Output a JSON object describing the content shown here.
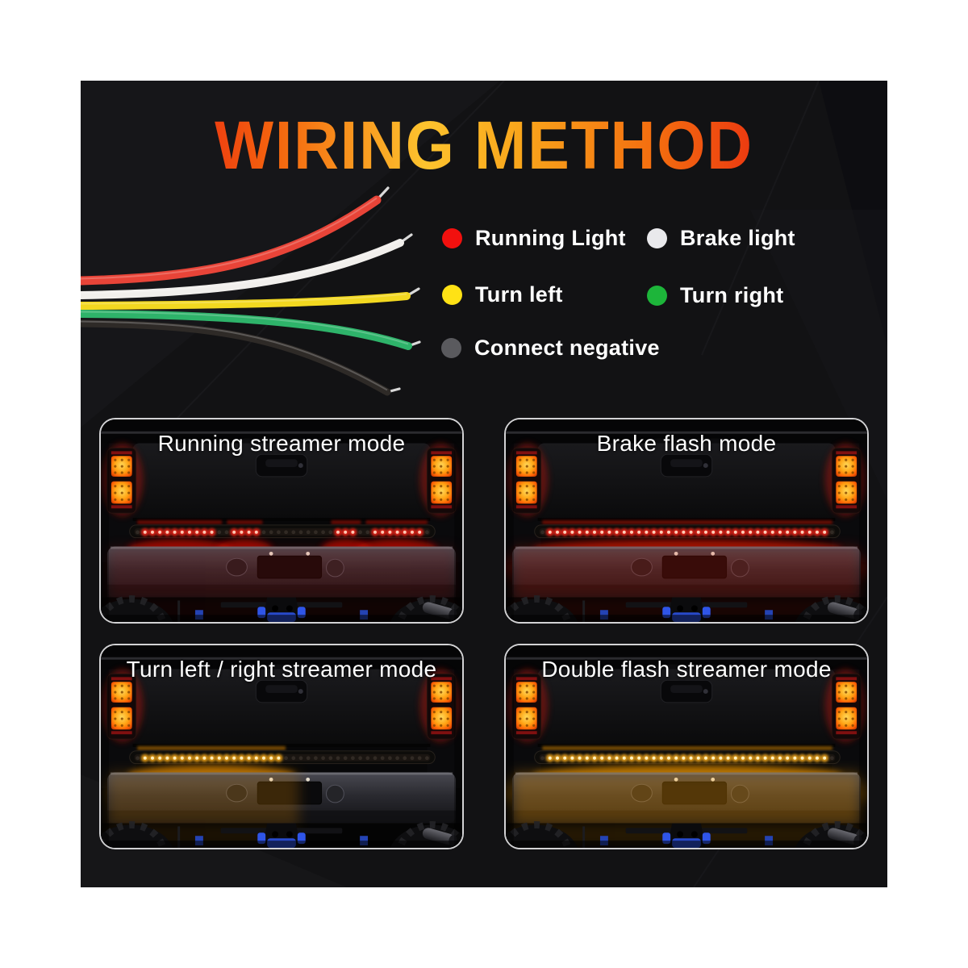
{
  "title": "WIRING METHOD",
  "legend": {
    "items": [
      {
        "name": "running-light",
        "color": "#f2100e",
        "label": "Running Light"
      },
      {
        "name": "brake-light",
        "color": "#e9e9ec",
        "label": "Brake light"
      },
      {
        "name": "turn-left",
        "color": "#ffe215",
        "label": "Turn left"
      },
      {
        "name": "turn-right",
        "color": "#1db53a",
        "label": "Turn right"
      },
      {
        "name": "connect-negative",
        "color": "#5a5a5e",
        "label": "Connect negative"
      }
    ]
  },
  "wires": {
    "items": [
      {
        "name": "red-wire",
        "color": "#e84438"
      },
      {
        "name": "white-wire",
        "color": "#f1efec"
      },
      {
        "name": "yellow-wire",
        "color": "#f2d820"
      },
      {
        "name": "green-wire",
        "color": "#2eb36a"
      },
      {
        "name": "black-wire",
        "color": "#2e2a27"
      }
    ],
    "tip_color": "#d9d9d9"
  },
  "panels": [
    {
      "label": "Running streamer mode",
      "led": "#ff2413",
      "core": "#ffc9b4",
      "glow": "#dd1005",
      "lit": [
        [
          0.01,
          0.28
        ],
        [
          0.32,
          0.42
        ],
        [
          0.68,
          0.76
        ],
        [
          0.8,
          0.99
        ]
      ],
      "wash": 0.14,
      "wash_range": [
        0,
        1
      ]
    },
    {
      "label": "Brake flash mode",
      "led": "#ff2013",
      "core": "#ffd0ba",
      "glow": "#e01206",
      "lit": [
        [
          0.01,
          0.99
        ]
      ],
      "wash": 0.22,
      "wash_range": [
        0,
        1
      ]
    },
    {
      "label": "Turn left / right streamer mode",
      "led": "#ffae18",
      "core": "#ffeebb",
      "glow": "#ff9b00",
      "lit": [
        [
          0.01,
          0.5
        ]
      ],
      "wash": 0.2,
      "wash_range": [
        0,
        0.55
      ]
    },
    {
      "label": "Double flash streamer mode",
      "led": "#ffb01c",
      "core": "#fff2c2",
      "glow": "#ffa000",
      "lit": [
        [
          0.01,
          0.99
        ]
      ],
      "wash": 0.3,
      "wash_range": [
        0,
        1
      ]
    }
  ]
}
